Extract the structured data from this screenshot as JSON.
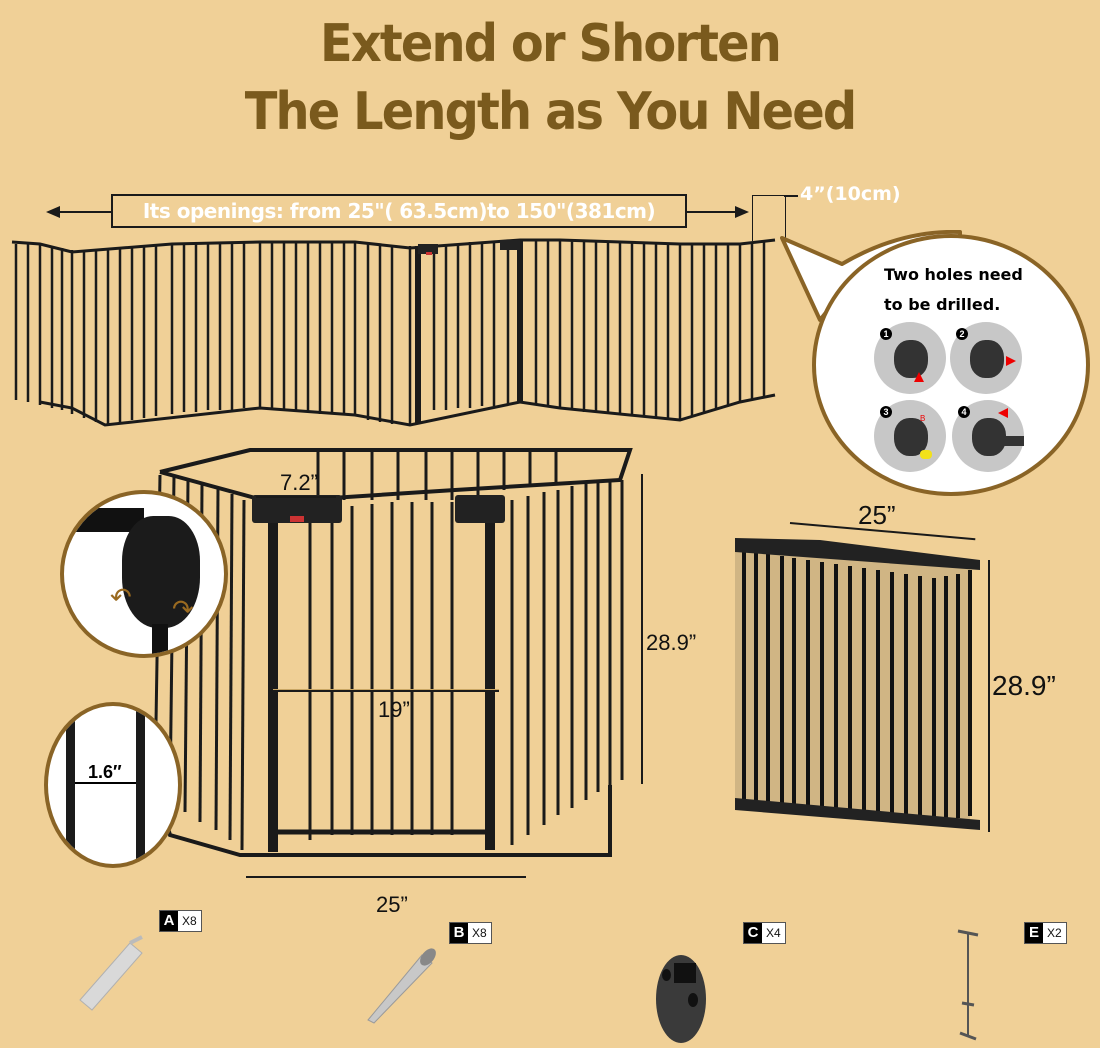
{
  "header": {
    "title_line1": "Extend or Shorten",
    "title_line2": "The Length as You Need"
  },
  "openings": {
    "label": "Its openings: from 25\"(  63.5cm)to 150\"(381cm)",
    "extension_label": "4”(10cm)"
  },
  "drill_callout": {
    "line1": "Two holes need",
    "line2": "to be drilled.",
    "steps": [
      {
        "num": "1",
        "arrow": "up"
      },
      {
        "num": "2",
        "arrow": "right"
      },
      {
        "num": "3",
        "marker": "B"
      },
      {
        "num": "4",
        "arrow": "left"
      }
    ]
  },
  "hexagon_pen": {
    "top_width": "7.2”",
    "door_width": "19”",
    "height": "28.9”",
    "panel_width": "25”"
  },
  "bar_spacing_callout": {
    "spacing": "1.6″"
  },
  "folded": {
    "width": "25”",
    "height": "28.9”"
  },
  "parts": [
    {
      "letter": "A",
      "qty": "X8",
      "name": "wall-anchor"
    },
    {
      "letter": "B",
      "qty": "X8",
      "name": "screw"
    },
    {
      "letter": "C",
      "qty": "X4",
      "name": "wall-cup"
    },
    {
      "letter": "E",
      "qty": "X2",
      "name": "rod"
    }
  ],
  "colors": {
    "background": "#f0d097",
    "title": "#7a5a1d",
    "callout_border": "#8a6426",
    "fence": "#1a1a1a"
  }
}
